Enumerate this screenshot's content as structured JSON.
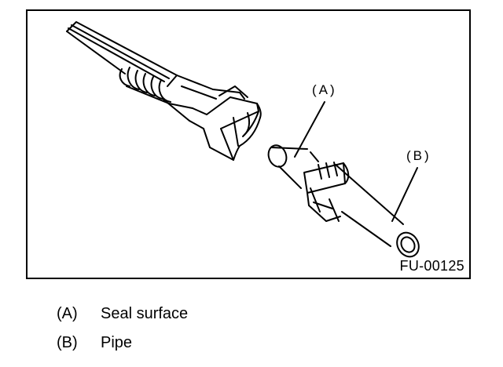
{
  "figure": {
    "callouts": {
      "a": "(A)",
      "b": "(B)"
    },
    "code": "FU-00125"
  },
  "legend": [
    {
      "key": "(A)",
      "text": "Seal surface"
    },
    {
      "key": "(B)",
      "text": "Pipe"
    }
  ]
}
